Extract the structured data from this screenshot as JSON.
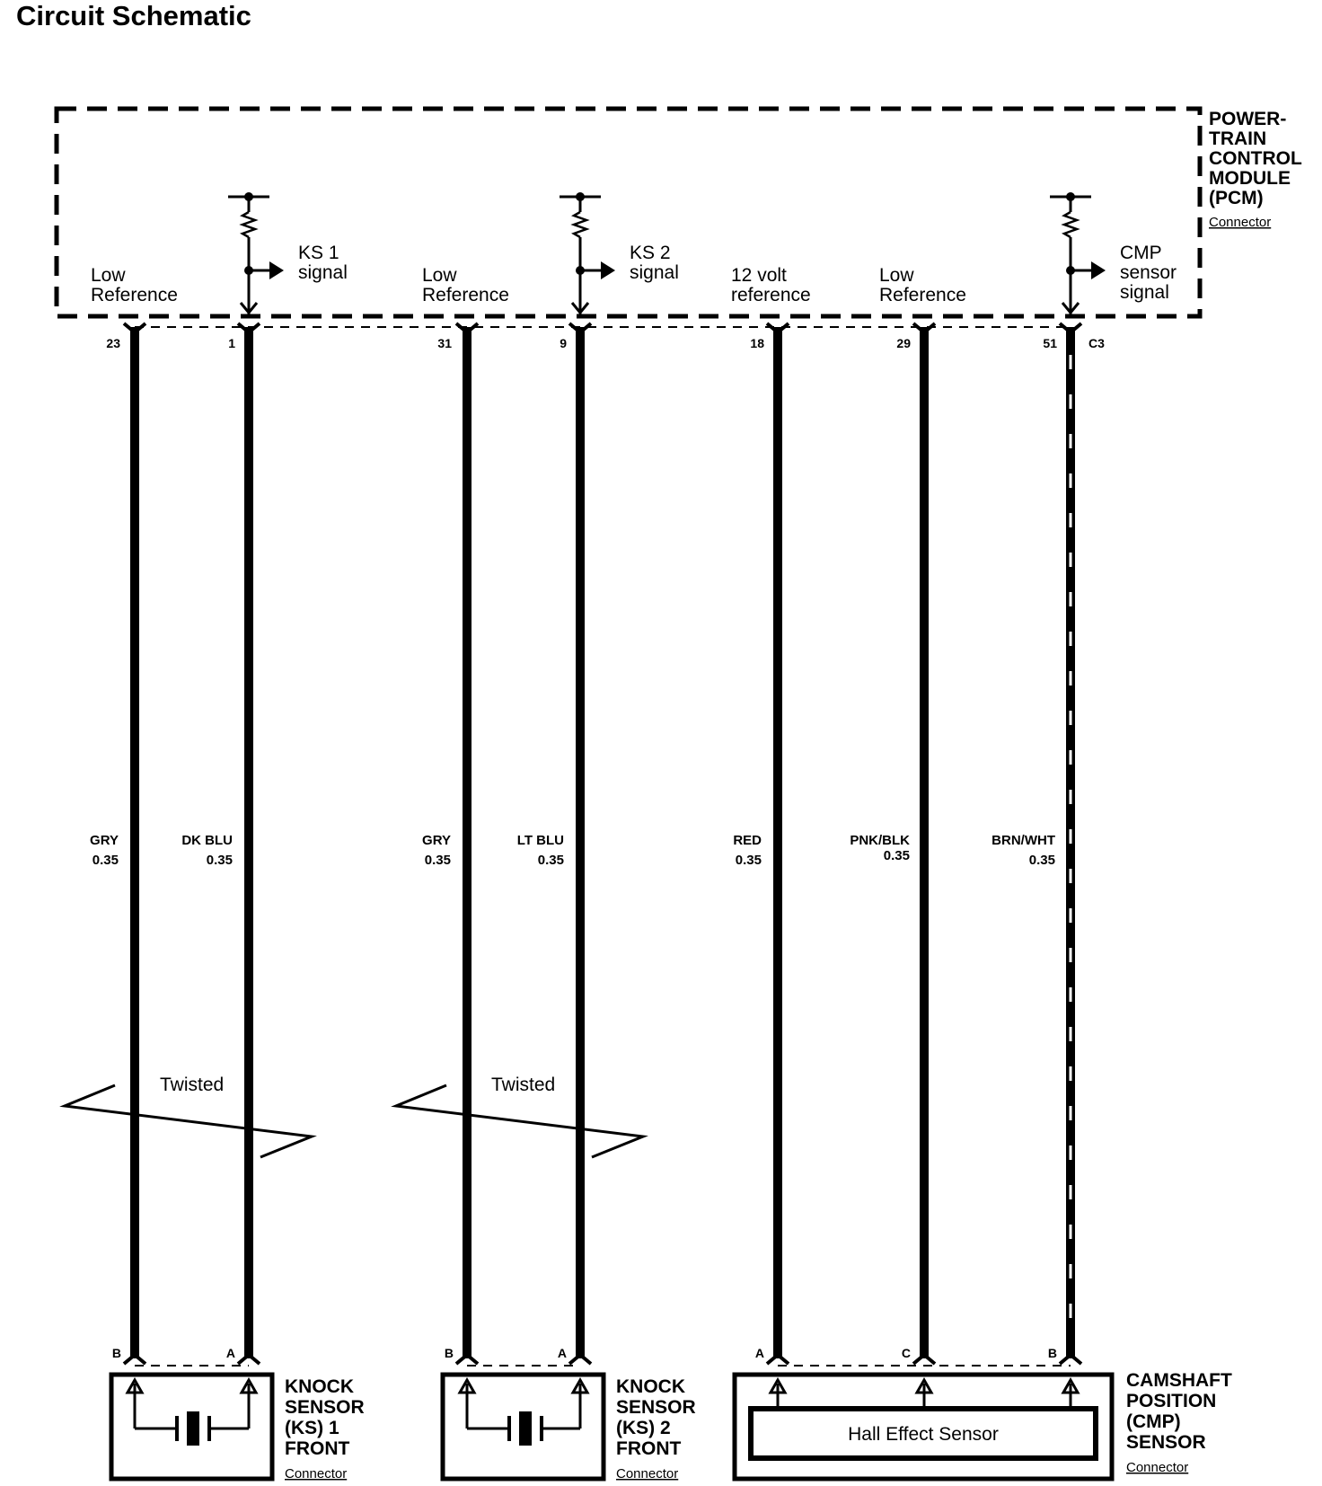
{
  "title": "Circuit Schematic",
  "pcm": {
    "name_lines": [
      "POWER-",
      "TRAIN",
      "CONTROL",
      "MODULE",
      "(PCM)"
    ],
    "connector_label": "Connector",
    "connector_id": "C3",
    "signals": {
      "ks1": [
        "KS 1",
        "signal"
      ],
      "ks2": [
        "KS 2",
        "signal"
      ],
      "cmp": [
        "CMP",
        "sensor",
        "signal"
      ]
    },
    "terminals": {
      "t23": [
        "Low",
        "Reference"
      ],
      "t31": [
        "Low",
        "Reference"
      ],
      "t18": [
        "12 volt",
        "reference"
      ],
      "t29": [
        "Low",
        "Reference"
      ]
    }
  },
  "wires": [
    {
      "pin": "23",
      "color": "GRY",
      "gauge": "0.35",
      "end_pin": "B"
    },
    {
      "pin": "1",
      "color": "DK BLU",
      "gauge": "0.35",
      "end_pin": "A"
    },
    {
      "pin": "31",
      "color": "GRY",
      "gauge": "0.35",
      "end_pin": "B"
    },
    {
      "pin": "9",
      "color": "LT BLU",
      "gauge": "0.35",
      "end_pin": "A"
    },
    {
      "pin": "18",
      "color": "RED",
      "gauge": "0.35",
      "end_pin": "A"
    },
    {
      "pin": "29",
      "color": "PNK/BLK",
      "gauge": "0.35",
      "end_pin": "C"
    },
    {
      "pin": "51",
      "color": "BRN/WHT",
      "gauge": "0.35",
      "end_pin": "B"
    }
  ],
  "twisted_label": "Twisted",
  "ks1": {
    "name_lines": [
      "KNOCK",
      "SENSOR",
      "(KS) 1",
      "FRONT"
    ],
    "connector_label": "Connector"
  },
  "ks2": {
    "name_lines": [
      "KNOCK",
      "SENSOR",
      "(KS) 2",
      "FRONT"
    ],
    "connector_label": "Connector"
  },
  "cmp": {
    "name_lines": [
      "CAMSHAFT",
      "POSITION",
      "(CMP)",
      "SENSOR"
    ],
    "connector_label": "Connector",
    "inner_label": "Hall Effect Sensor"
  }
}
